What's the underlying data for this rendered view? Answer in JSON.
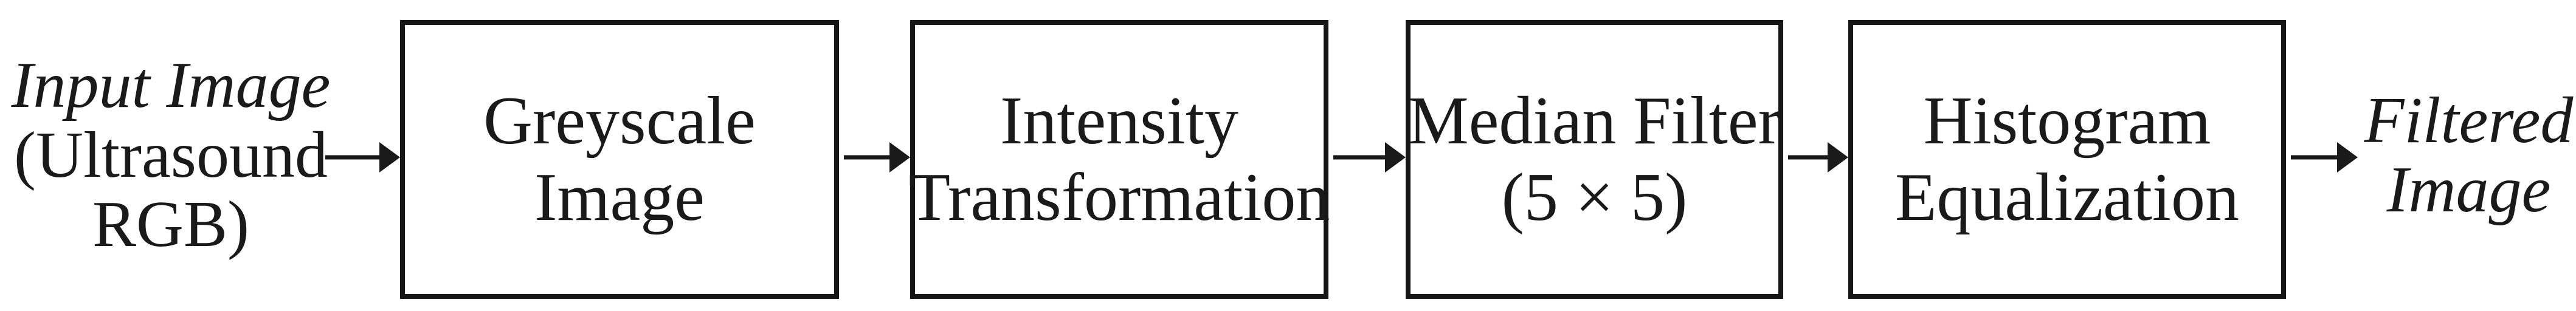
{
  "diagram": {
    "type": "flowchart",
    "description": "Ultrasound image pre-processing / filtering pipeline",
    "input_label": {
      "lines": [
        "Input Image",
        "(Ultrasound",
        "RGB)"
      ]
    },
    "output_label": {
      "lines": [
        "Filtered",
        "Image"
      ]
    },
    "boxes": [
      {
        "id": "greyscale-image",
        "lines": [
          "Greyscale",
          "Image"
        ]
      },
      {
        "id": "intensity-transformation",
        "lines": [
          "Intensity",
          "Transformation"
        ]
      },
      {
        "id": "median-filter-5x5",
        "lines": [
          "Median Filter",
          "(5 × 5)"
        ]
      },
      {
        "id": "histogram-equalization",
        "lines": [
          "Histogram",
          "Equalization"
        ]
      }
    ],
    "flow": [
      "input-image",
      "greyscale-image",
      "intensity-transformation",
      "median-filter-5x5",
      "histogram-equalization",
      "filtered-image"
    ],
    "arrow_count": 5,
    "colors": {
      "ink": "#1a1a1a",
      "box_border": "#161616",
      "background": "#ffffff"
    }
  }
}
